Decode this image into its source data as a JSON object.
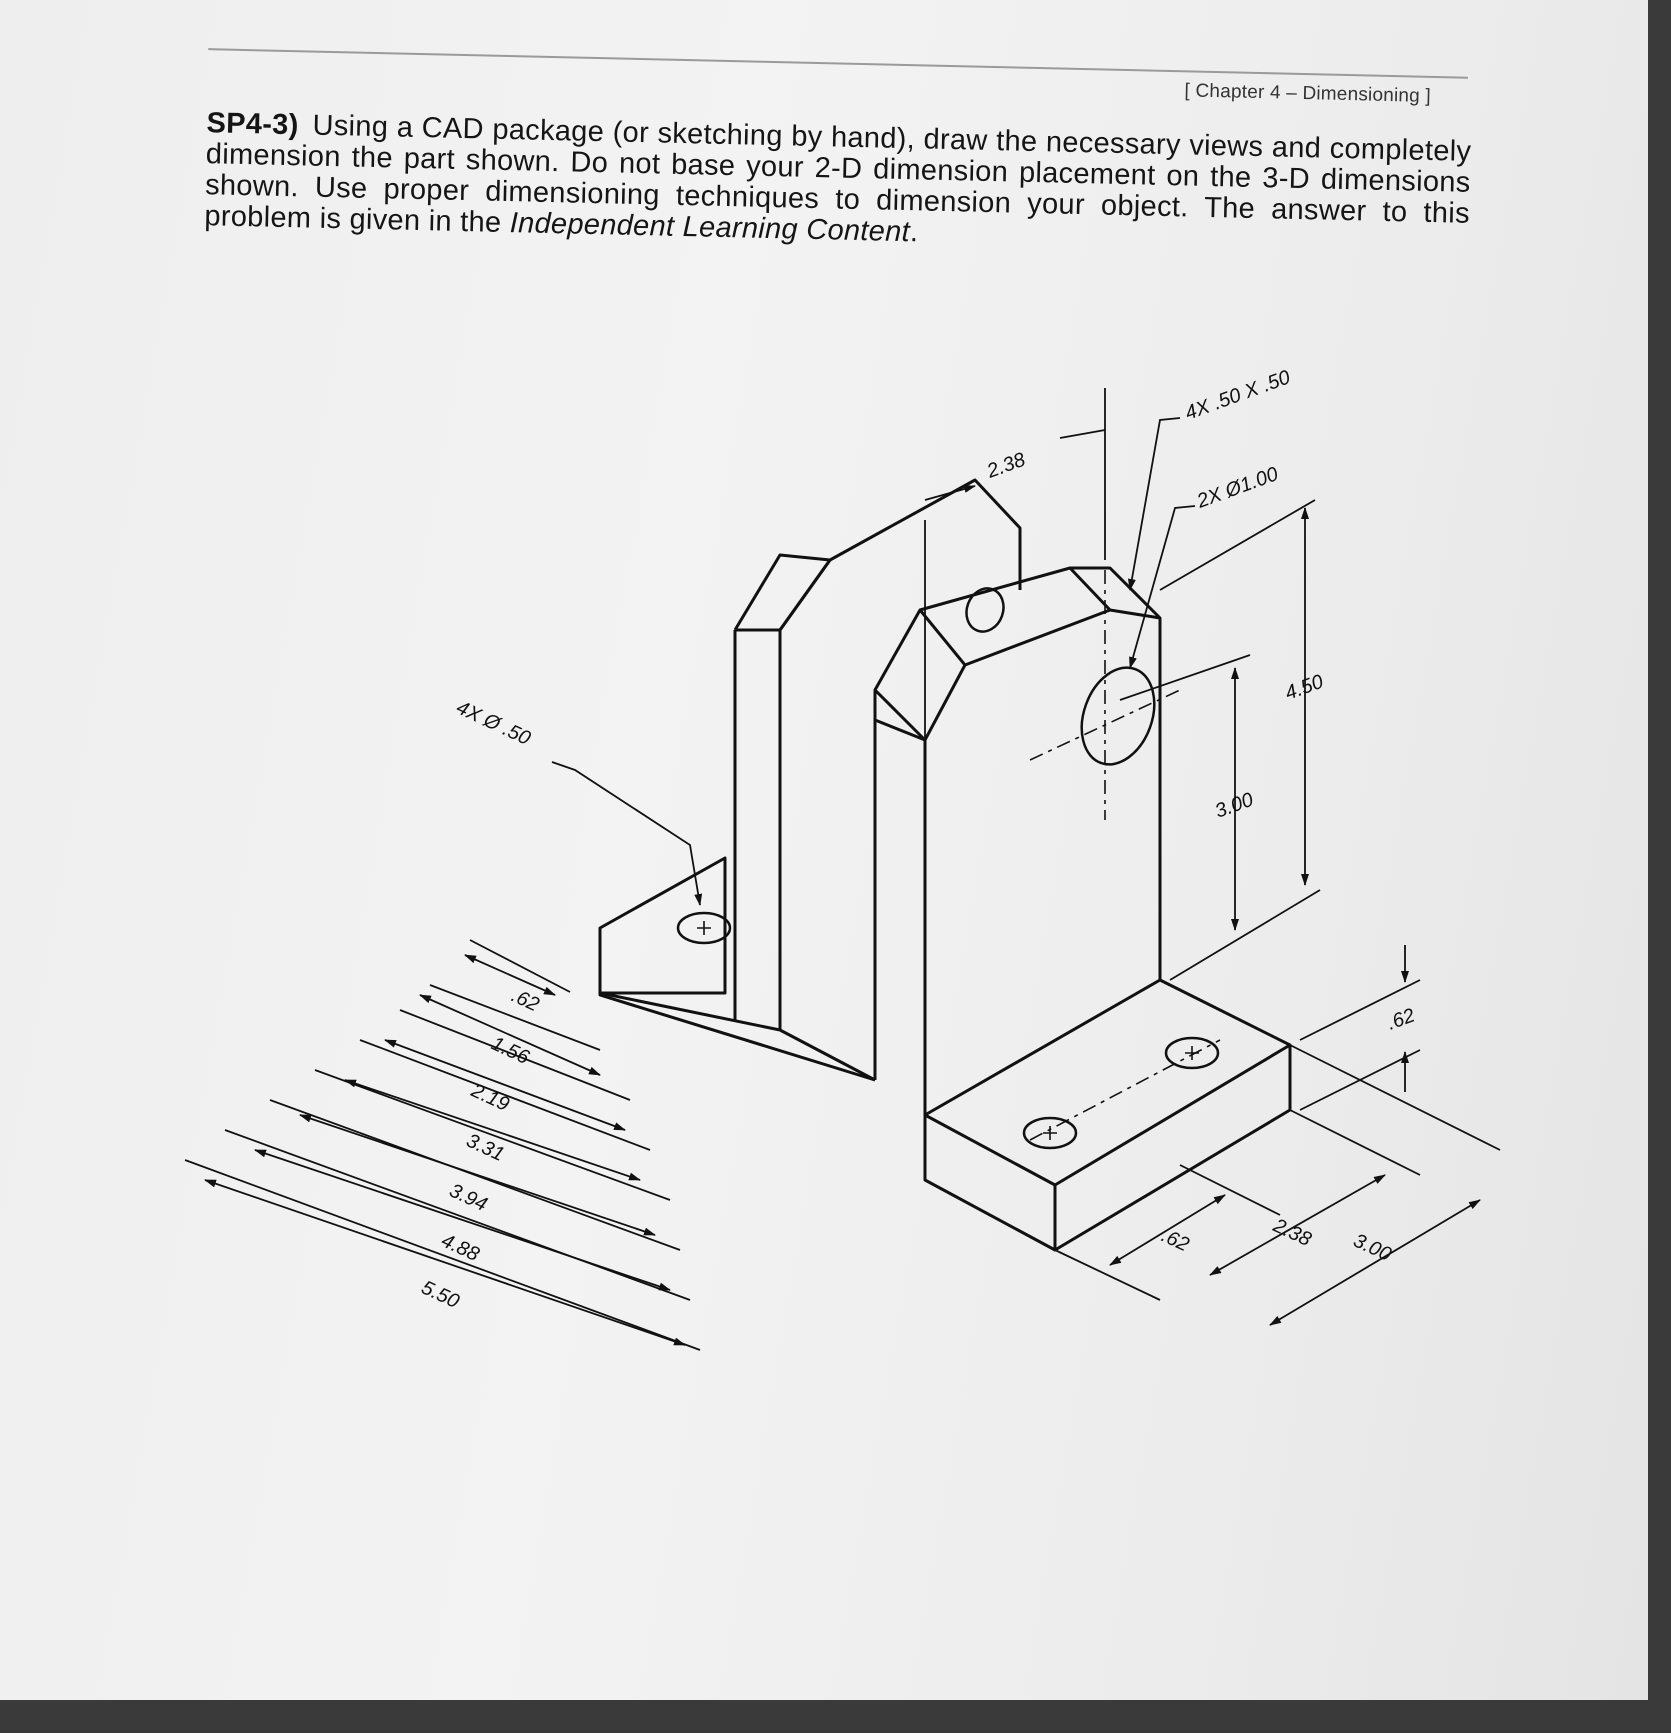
{
  "header": {
    "chapter": "[ Chapter 4 – Dimensioning ]"
  },
  "problem": {
    "label": "SP4-3)",
    "text_part1": "Using a CAD package (or sketching by hand), draw the necessary views and completely dimension the part shown. Do not base your 2-D dimension placement on the 3-D dimensions shown. Use proper dimensioning techniques to dimension your object. The answer to this problem is given in the ",
    "text_italic": "Independent Learning Content",
    "text_end": "."
  },
  "drawing": {
    "callouts": {
      "chamfer": "4X .50 X .50",
      "large_holes": "2X Ø1.00",
      "small_holes": "4X Ø .50"
    },
    "dimensions": {
      "upright_thickness": "2.38",
      "height_total": "4.50",
      "hole_height": "3.00",
      "base_thickness": ".62",
      "left_stack": [
        ".62",
        "1.56",
        "2.19",
        "3.31",
        "3.94",
        "4.88",
        "5.50"
      ],
      "right_stack": [
        ".62",
        "2.38",
        "3.00"
      ]
    }
  }
}
